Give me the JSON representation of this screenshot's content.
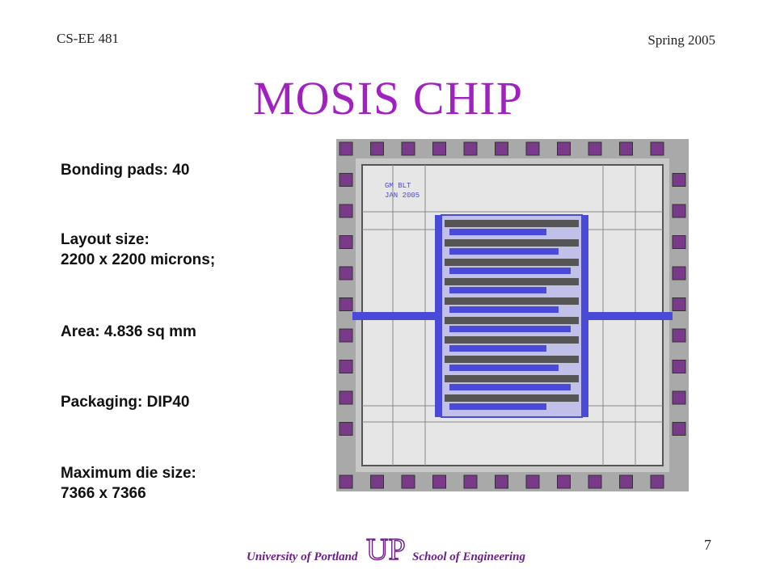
{
  "header": {
    "course": "CS-EE 481",
    "term": "Spring 2005"
  },
  "title": "MOSIS CHIP",
  "facts": {
    "bonding": "Bonding pads: 40",
    "layout_label": "Layout size:",
    "layout_value": "2200 x 2200 microns;",
    "area": "Area: 4.836 sq mm",
    "packaging": "Packaging: DIP40",
    "die_label": "Maximum die size:",
    "die_value": "7366 x 7366"
  },
  "chip_image": {
    "caption_line1": "GM BLT",
    "caption_line2": "JAN 2005"
  },
  "footer": {
    "university": "University of Portland",
    "school": "School of Engineering",
    "logo_text": "UP"
  },
  "page_number": "7",
  "colors": {
    "title": "#a020c0",
    "footer_text": "#6a1f8a",
    "pad": "#7a3a8a",
    "metal": "#4a4ad8"
  }
}
